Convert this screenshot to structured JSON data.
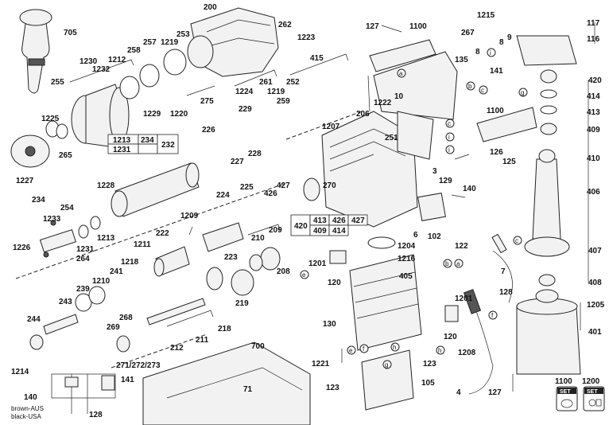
{
  "callouts": {
    "n705": "705",
    "n200": "200",
    "n262": "262",
    "n1223": "1223",
    "n415": "415",
    "n127a": "127",
    "n1100a": "1100",
    "n1215": "1215",
    "n267": "267",
    "n117": "117",
    "n116": "116",
    "n9": "9",
    "n8a": "8",
    "n8b": "8",
    "n135": "135",
    "n141a": "141",
    "n420": "420",
    "n1230": "1230",
    "n1212": "1212",
    "n258": "258",
    "n257": "257",
    "n1219a": "1219",
    "n253": "253",
    "n1232": "1232",
    "n255": "255",
    "n261": "261",
    "n252": "252",
    "n1224": "1224",
    "n229": "229",
    "n1219b": "1219",
    "n259": "259",
    "n1229": "1229",
    "n275": "275",
    "n1220": "1220",
    "n1222": "1222",
    "n10": "10",
    "n414": "414",
    "n413": "413",
    "n1100b": "1100",
    "n409": "409",
    "n1225": "1225",
    "n265": "265",
    "n226": "226",
    "n1207": "1207",
    "n206": "206",
    "n251": "251",
    "n126": "126",
    "n125": "125",
    "n410": "410",
    "n1227": "1227",
    "n228": "228",
    "n227": "227",
    "n3": "3",
    "n129": "129",
    "n140a": "140",
    "n406": "406",
    "n1228": "1228",
    "n225": "225",
    "n427a": "427",
    "n426a": "426",
    "n270": "270",
    "n234": "234",
    "n224": "224",
    "n1209": "1209",
    "n420b": "420",
    "n209": "209",
    "n254": "254",
    "n1233": "1233",
    "n210": "210",
    "n6": "6",
    "n102": "102",
    "n122": "122",
    "n1226": "1226",
    "n1231": "1231",
    "n222": "222",
    "n1213b": "1213",
    "n264": "264",
    "n1211": "1211",
    "n223": "223",
    "n1204": "1204",
    "n407": "407",
    "n1201a": "1201",
    "n1216": "1216",
    "n1218": "1218",
    "n208": "208",
    "n241": "241",
    "n120a": "120",
    "n405": "405",
    "n7": "7",
    "n1210": "1210",
    "n239": "239",
    "n128a": "128",
    "n408": "408",
    "n243": "243",
    "n219": "219",
    "n1201b": "1201",
    "n1205": "1205",
    "n268": "268",
    "n218": "218",
    "n130": "130",
    "n120b": "120",
    "n401": "401",
    "n244": "244",
    "n269": "269",
    "n212": "212",
    "n211": "211",
    "n1208": "1208",
    "n271": "271/272/273",
    "n700": "700",
    "n1221": "1221",
    "n123a": "123",
    "n1214": "1214",
    "n105": "105",
    "n140b": "140",
    "n141b": "141",
    "n123b": "123",
    "n71": "71",
    "n4": "4",
    "n127b": "127",
    "n128b": "128"
  },
  "tables": {
    "table_a": [
      [
        "1213",
        "234",
        "232"
      ],
      [
        "1231",
        "",
        ""
      ]
    ],
    "table_b": [
      [
        "413",
        "426",
        "427"
      ],
      [
        "409",
        "414",
        ""
      ]
    ],
    "table_b_left": "420"
  },
  "letters": {
    "a": "a",
    "b": "b",
    "c": "c",
    "e": "e",
    "f": "f",
    "g": "g",
    "h": "h",
    "i": "i"
  },
  "sets": {
    "set1100_num": "1100",
    "set1100_label": "SET",
    "set1200_num": "1200",
    "set1200_label": "SET"
  },
  "wiring": {
    "brown": "brown-AUS",
    "black": "black-USA"
  }
}
